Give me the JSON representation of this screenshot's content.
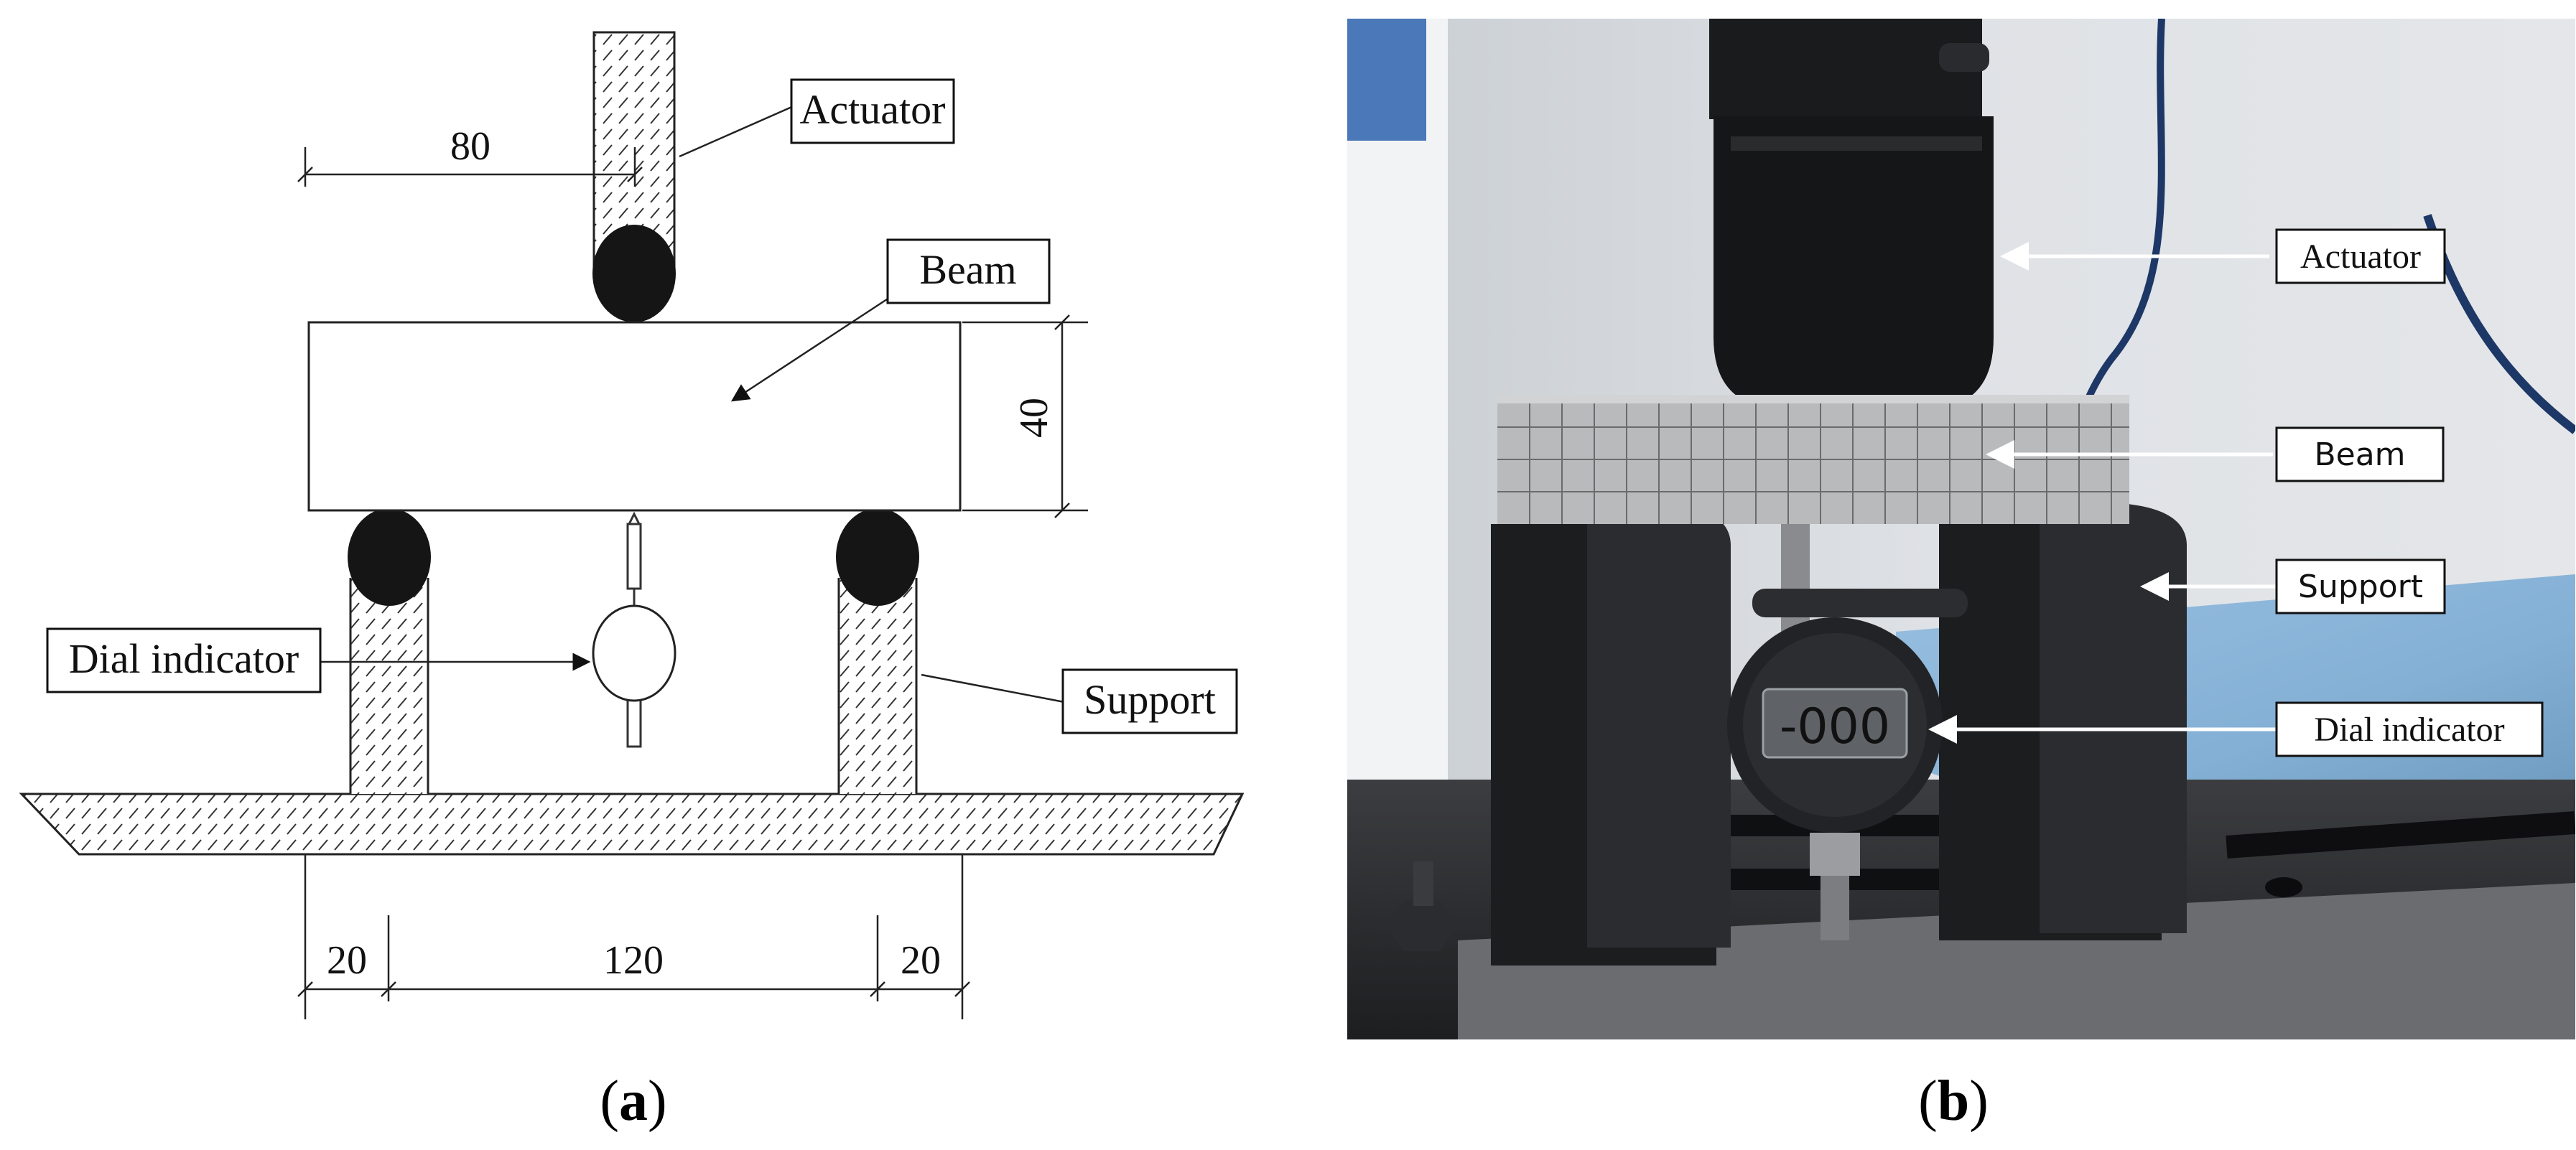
{
  "panel_a": {
    "labels": {
      "actuator": "Actuator",
      "beam": "Beam",
      "dial_indicator": "Dial indicator",
      "support": "Support"
    },
    "dimensions": {
      "load_offset": "80",
      "beam_height": "40",
      "left_support_width": "20",
      "span": "120",
      "right_support_width": "20"
    },
    "caption_letter": "a"
  },
  "panel_b": {
    "labels": {
      "actuator": "Actuator",
      "beam": "Beam",
      "support": "Support",
      "dial_indicator": "Dial indicator"
    },
    "display_reading": "-000",
    "caption_letter": "b"
  },
  "colors": {
    "photo_wall": "#d9dde2",
    "photo_dark": "#1a1b1d",
    "beam_grey": "#b9babb",
    "blue_mat": "#7fb0d8"
  }
}
